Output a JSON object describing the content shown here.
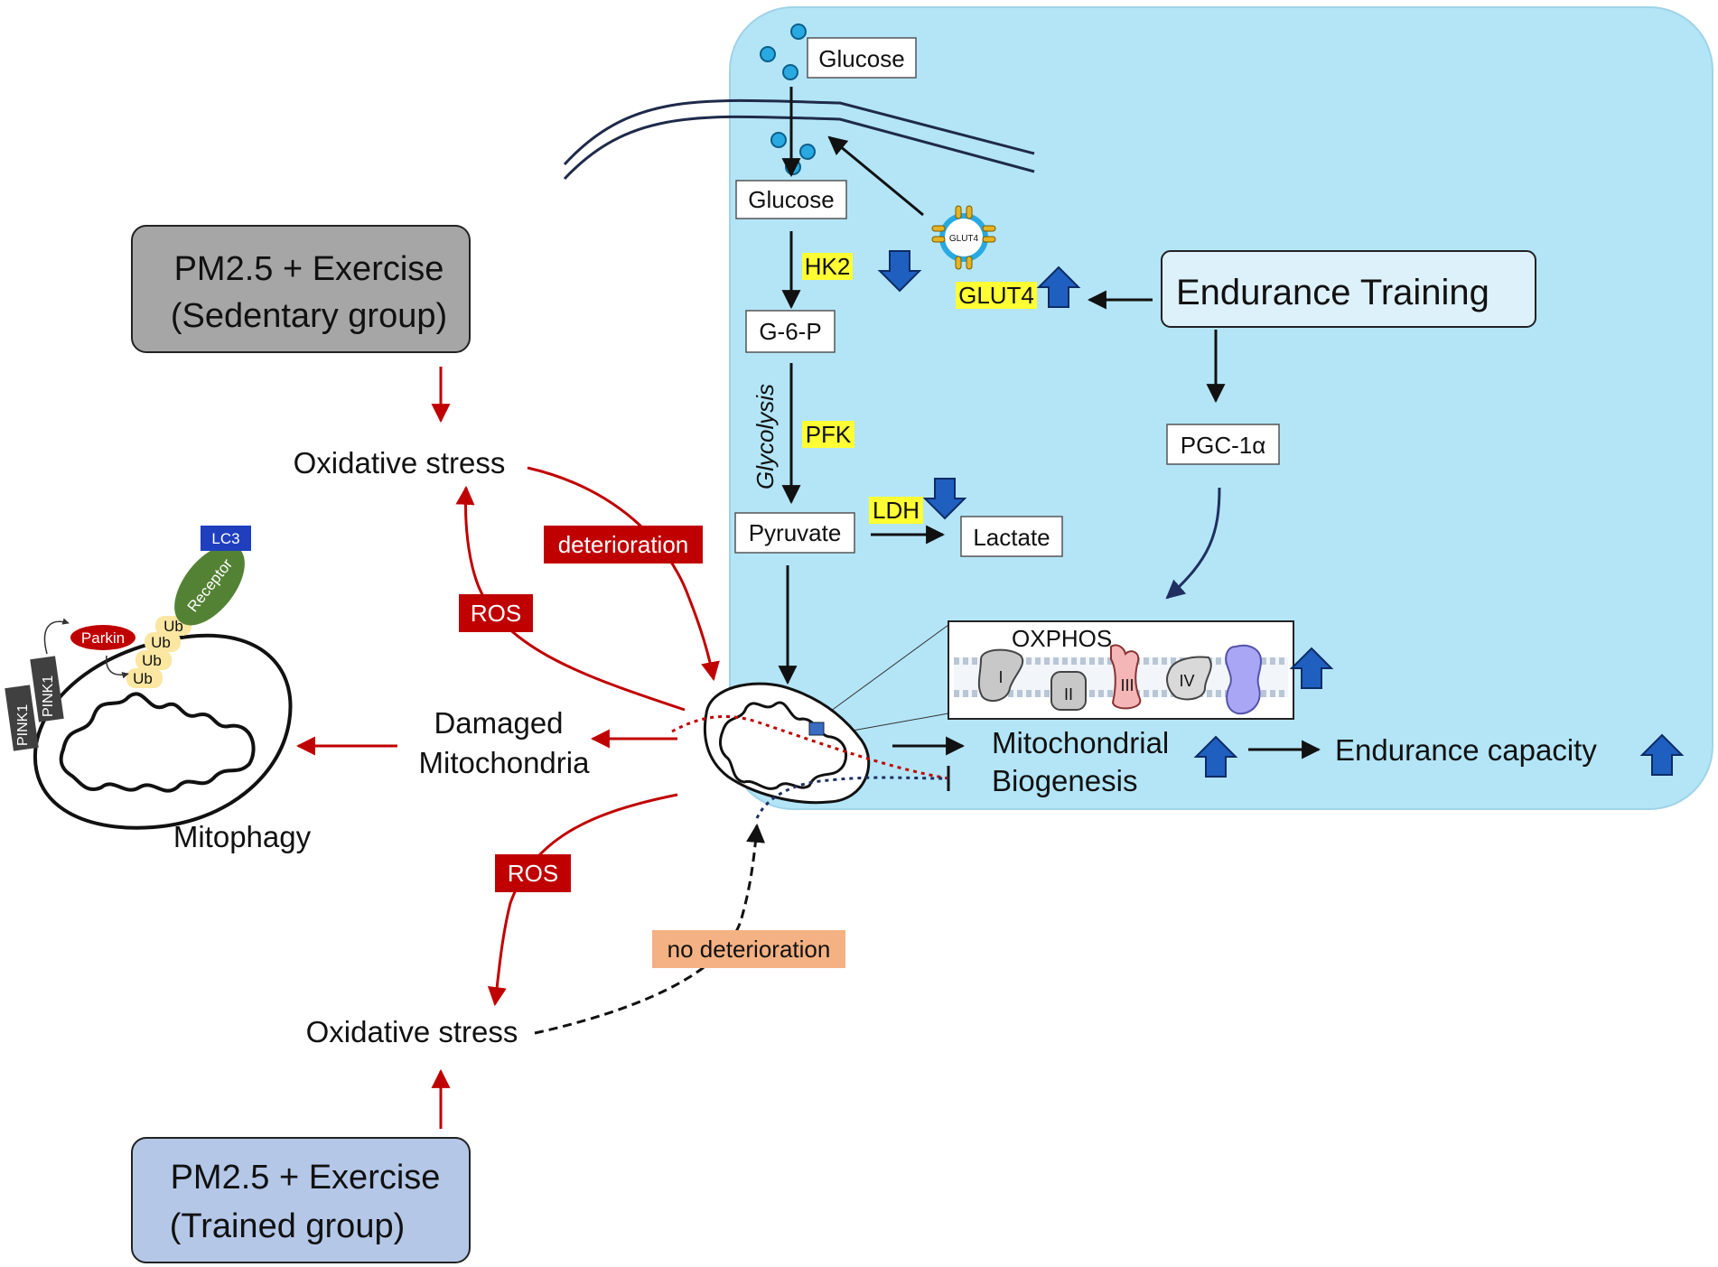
{
  "groups": {
    "sedentary": {
      "line1": "PM2.5 + Exercise",
      "line2": "(Sedentary group)"
    },
    "trained": {
      "line1": "PM2.5 + Exercise",
      "line2": "(Trained group)"
    }
  },
  "oxidative_stress": {
    "top": "Oxidative stress",
    "bottom": "Oxidative stress"
  },
  "ros": {
    "upper": "ROS",
    "lower": "ROS"
  },
  "deterioration": "deterioration",
  "no_deterioration": "no deterioration",
  "damaged_mitochondria": {
    "line1": "Damaged",
    "line2": "Mitochondria"
  },
  "mitophagy": {
    "label": "Mitophagy",
    "lc3": "LC3",
    "receptor": "Receptor",
    "parkin": "Parkin",
    "ub": [
      "Ub",
      "Ub",
      "Ub",
      "Ub"
    ],
    "pink1": [
      "PINK1",
      "PINK1"
    ]
  },
  "glycolysis": {
    "glucose_out": "Glucose",
    "glucose_in": "Glucose",
    "g6p": "G-6-P",
    "pyruvate": "Pyruvate",
    "lactate": "Lactate",
    "pathway_label": "Glycolysis",
    "hk2": "HK2",
    "pfk": "PFK",
    "ldh": "LDH",
    "glut4": "GLUT4",
    "glut4_vesicle": "GLUT4"
  },
  "training": {
    "endurance_training": "Endurance Training",
    "pgc1a": "PGC-1α",
    "oxphos": "OXPHOS",
    "complexes": [
      "I",
      "II",
      "III",
      "IV"
    ],
    "biogenesis": {
      "line1": "Mitochondrial",
      "line2": "Biogenesis"
    },
    "endurance_capacity": "Endurance capacity"
  },
  "colors": {
    "panel": "#b3e5f7",
    "red": "#c00000",
    "blue_arrow": "#1f5fbf",
    "highlight": "#ffff33",
    "orange_label": "#f4b183",
    "sedentary_box": "#a6a6a6",
    "trained_box": "#b4c7e7"
  }
}
